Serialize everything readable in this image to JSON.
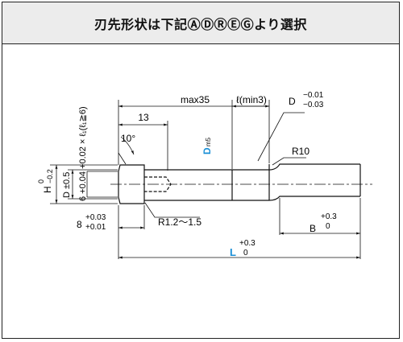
{
  "header": {
    "title": "刃先形状は下記ⒶⒹⓇⒺⒼより選択"
  },
  "diagram": {
    "max_length": "max35",
    "l_min": "ℓ(min3)",
    "dim_13": "13",
    "angle": "10°",
    "d_tol_label": "D",
    "d_tol_upper": "−0.01",
    "d_tol_lower": "−0.03",
    "r10": "R10",
    "h_label": "H",
    "h_tol_upper": "0",
    "h_tol_lower": "−0.2",
    "d05": "D ±0.5",
    "vert_spec": "6 +0.04 +0.02 × ℓ₁(ℓ₁≧6)",
    "dm5_main": "D",
    "dm5_sub": "m5",
    "eight": "8",
    "eight_upper": "+0.03",
    "eight_lower": "+0.01",
    "r12": "R1.2～1.5",
    "b_label": "B",
    "b_upper": "+0.3",
    "b_lower": "0",
    "l_label": "L",
    "l_upper": "+0.3",
    "l_lower": "0"
  },
  "colors": {
    "accent_blue": "#1a8fd6",
    "line": "#111111",
    "header_bg": "#ececec"
  }
}
